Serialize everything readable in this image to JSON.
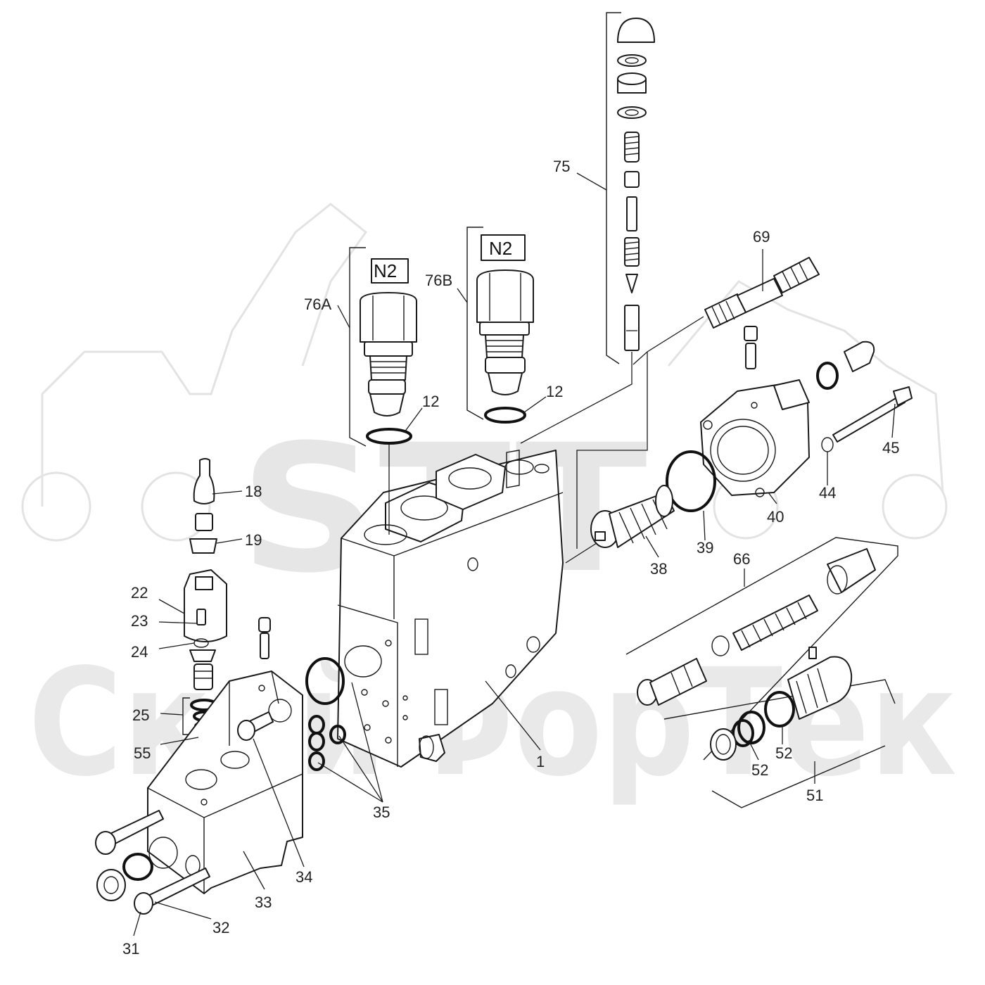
{
  "watermark": {
    "logo_text": "STT",
    "company_text": "СкайФорТек"
  },
  "tags": {
    "n2_a": "N2",
    "n2_b": "N2"
  },
  "callouts": {
    "c75": "75",
    "c69": "69",
    "c76b": "76B",
    "c76a": "76A",
    "c12a": "12",
    "c12b": "12",
    "c18": "18",
    "c19": "19",
    "c22": "22",
    "c23": "23",
    "c24": "24",
    "c25": "25",
    "c55": "55",
    "c45": "45",
    "c44": "44",
    "c40": "40",
    "c39": "39",
    "c38": "38",
    "c66": "66",
    "c52a": "52",
    "c52b": "52",
    "c51": "51",
    "c1": "1",
    "c35": "35",
    "c34": "34",
    "c33": "33",
    "c32": "32",
    "c31": "31"
  }
}
